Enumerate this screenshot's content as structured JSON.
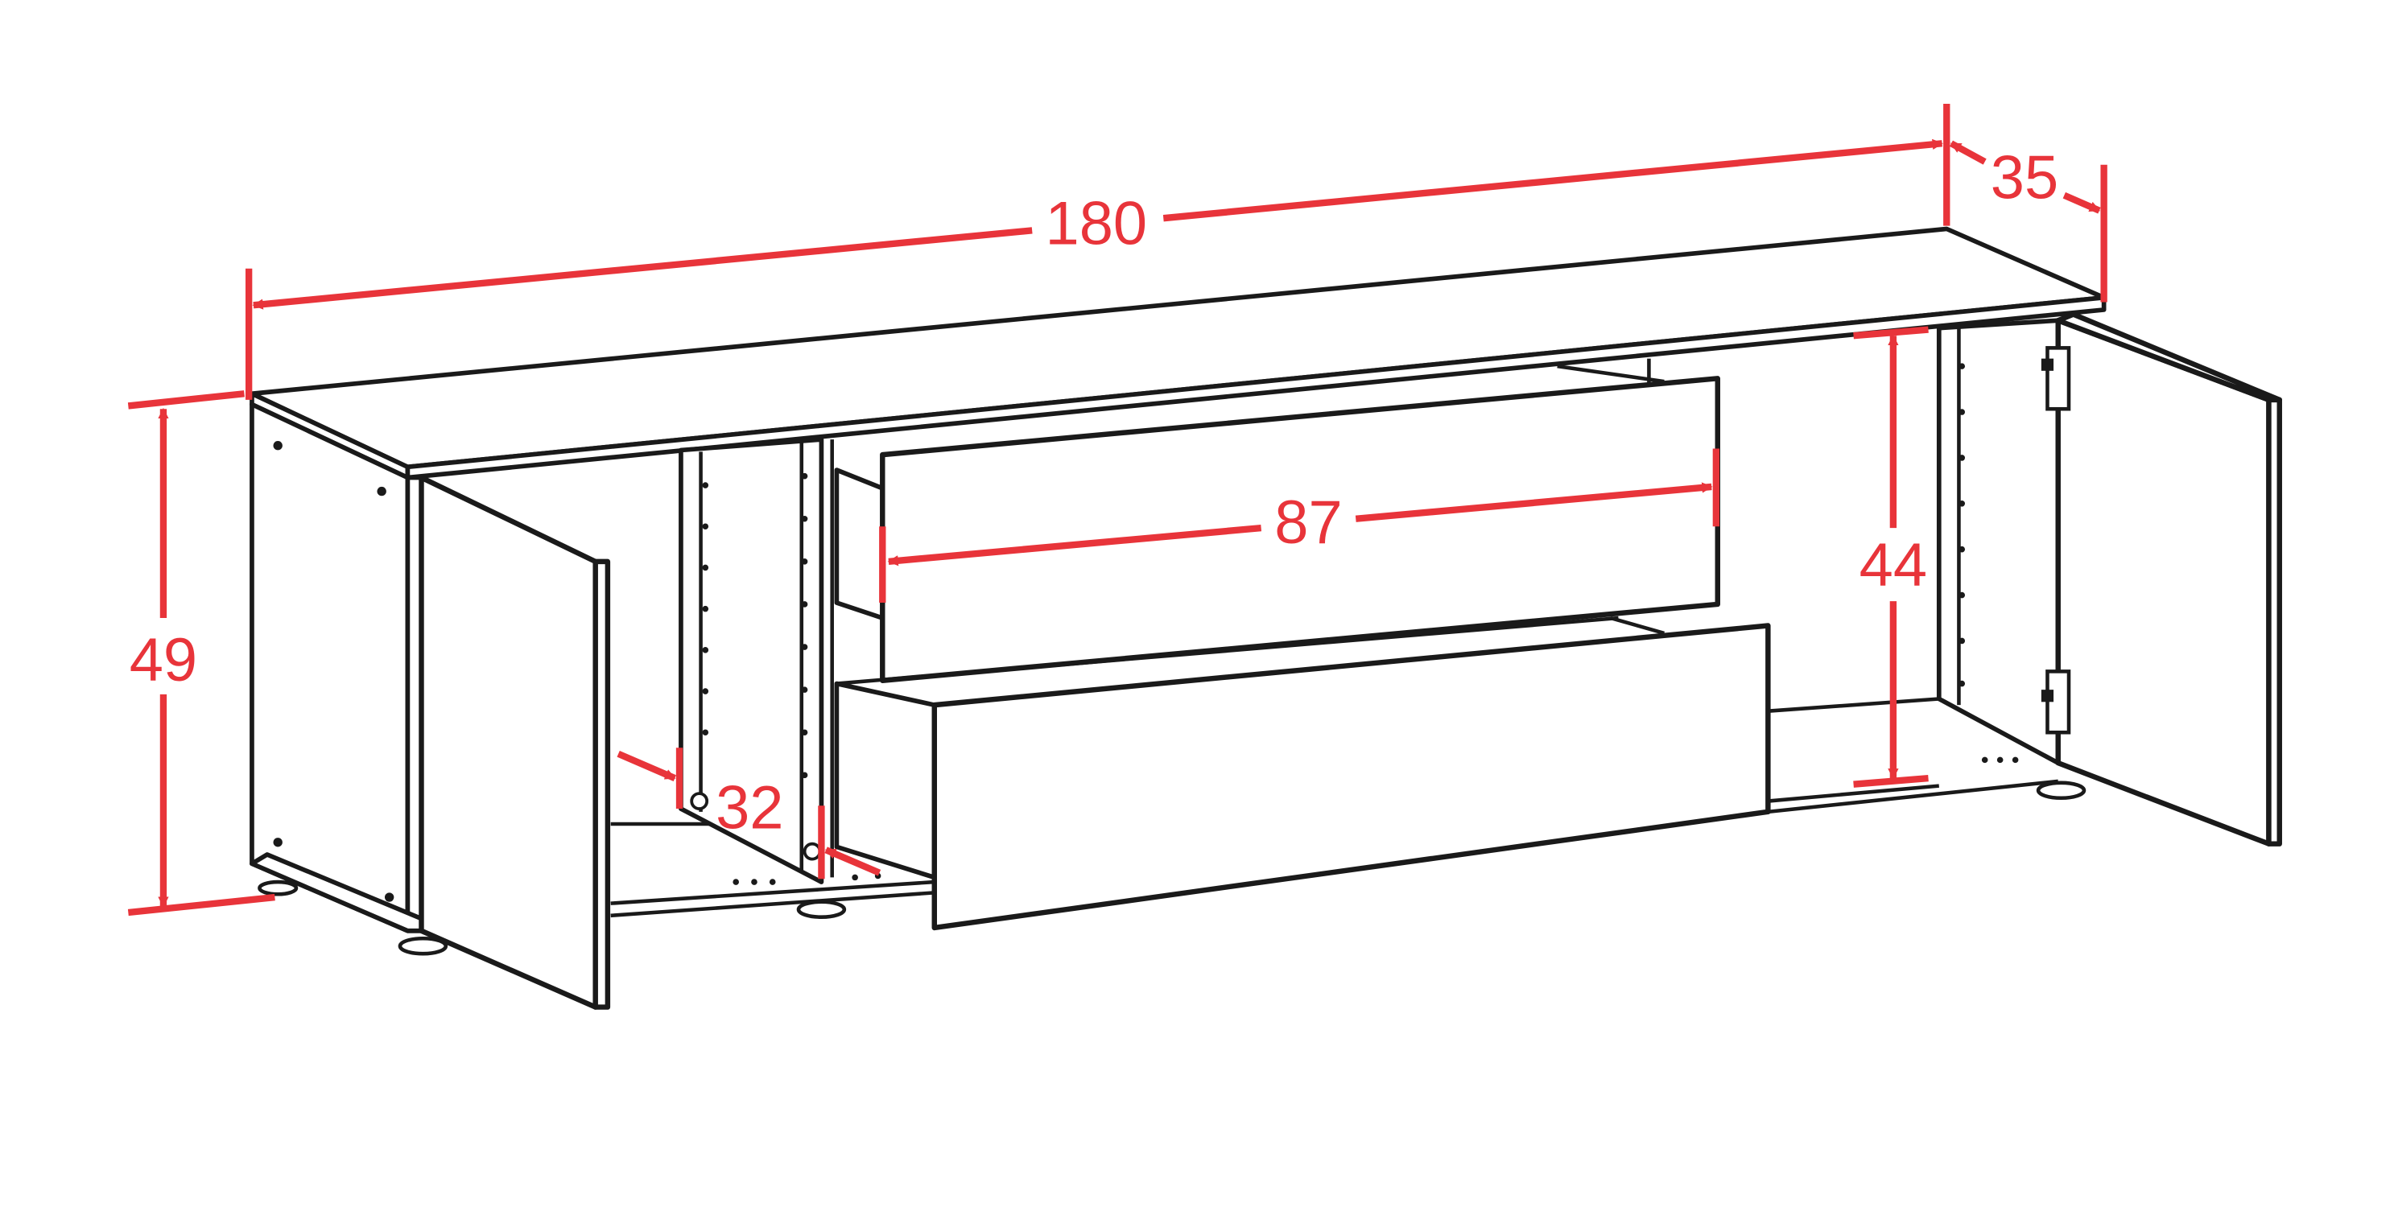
{
  "dimensions": {
    "width": "180",
    "depth": "35",
    "height": "49",
    "drawer_width": "87",
    "inner_height": "44",
    "inner_depth": "32"
  },
  "colors": {
    "dimension": "#e8343a",
    "outline": "#1a1a1a",
    "background": "#ffffff"
  }
}
